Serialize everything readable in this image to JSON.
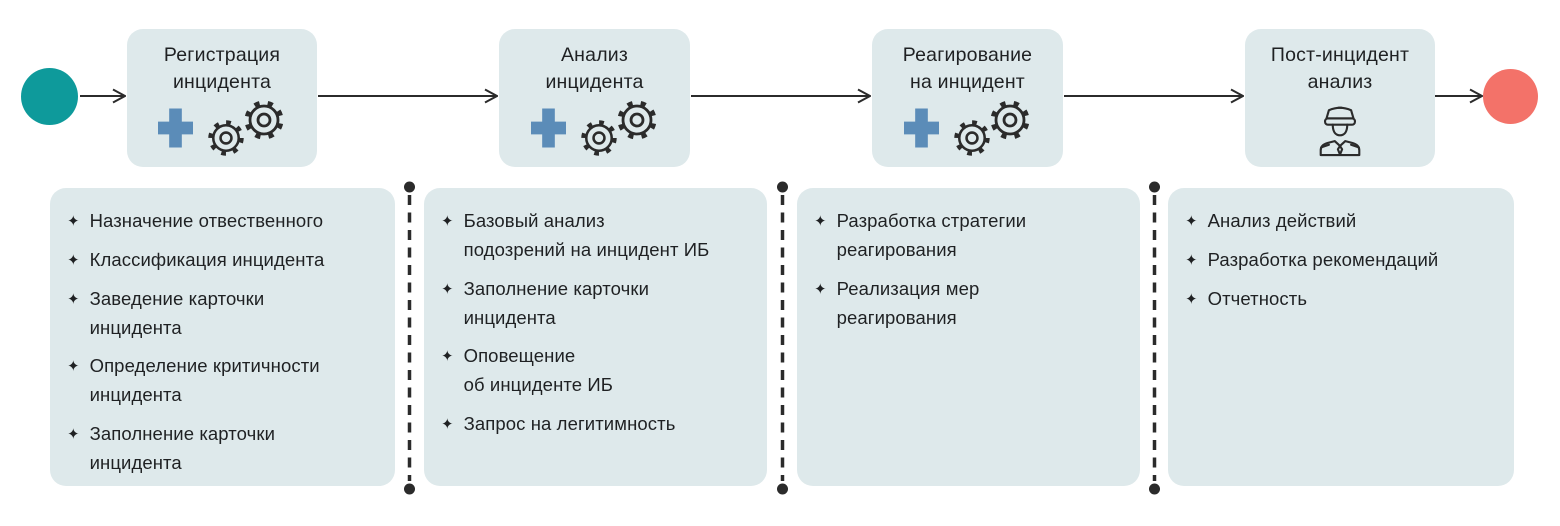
{
  "colors": {
    "box-bg": "#dee9eb",
    "start-circle": "#0e9a9b",
    "end-circle": "#f37269",
    "accent-plus": "#5b8cb8",
    "ink": "#1f2123",
    "line": "#2b2b2b"
  },
  "bullet_char": "✦",
  "flow": {
    "start_marker": "start-node",
    "end_marker": "end-node"
  },
  "stages": [
    {
      "title": "Регистрация\nинцидента",
      "icons": [
        "plus",
        "gear",
        "gear"
      ],
      "items": [
        "Назначение отвественного",
        "Классификация инцидента",
        "Заведение карточки\nинцидента",
        "Определение критичности\nинцидента",
        "Заполнение карточки\nинцидента"
      ]
    },
    {
      "title": "Анализ\nинцидента",
      "icons": [
        "plus",
        "gear",
        "gear"
      ],
      "items": [
        "Базовый анализ\nподозрений на инцидент ИБ",
        "Заполнение карточки\nинцидента",
        "Оповещение\nоб инциденте ИБ",
        "Запрос на легитимность"
      ]
    },
    {
      "title": "Реагирование\nна инцидент",
      "icons": [
        "plus",
        "gear",
        "gear"
      ],
      "items": [
        "Разработка стратегии\nреагирования",
        "Реализация мер\nреагирования"
      ]
    },
    {
      "title": "Пост-инцидент\nанализ",
      "icons": [
        "police-officer"
      ],
      "items": [
        "Анализ действий",
        "Разработка рекомендаций",
        "Отчетность"
      ]
    }
  ]
}
